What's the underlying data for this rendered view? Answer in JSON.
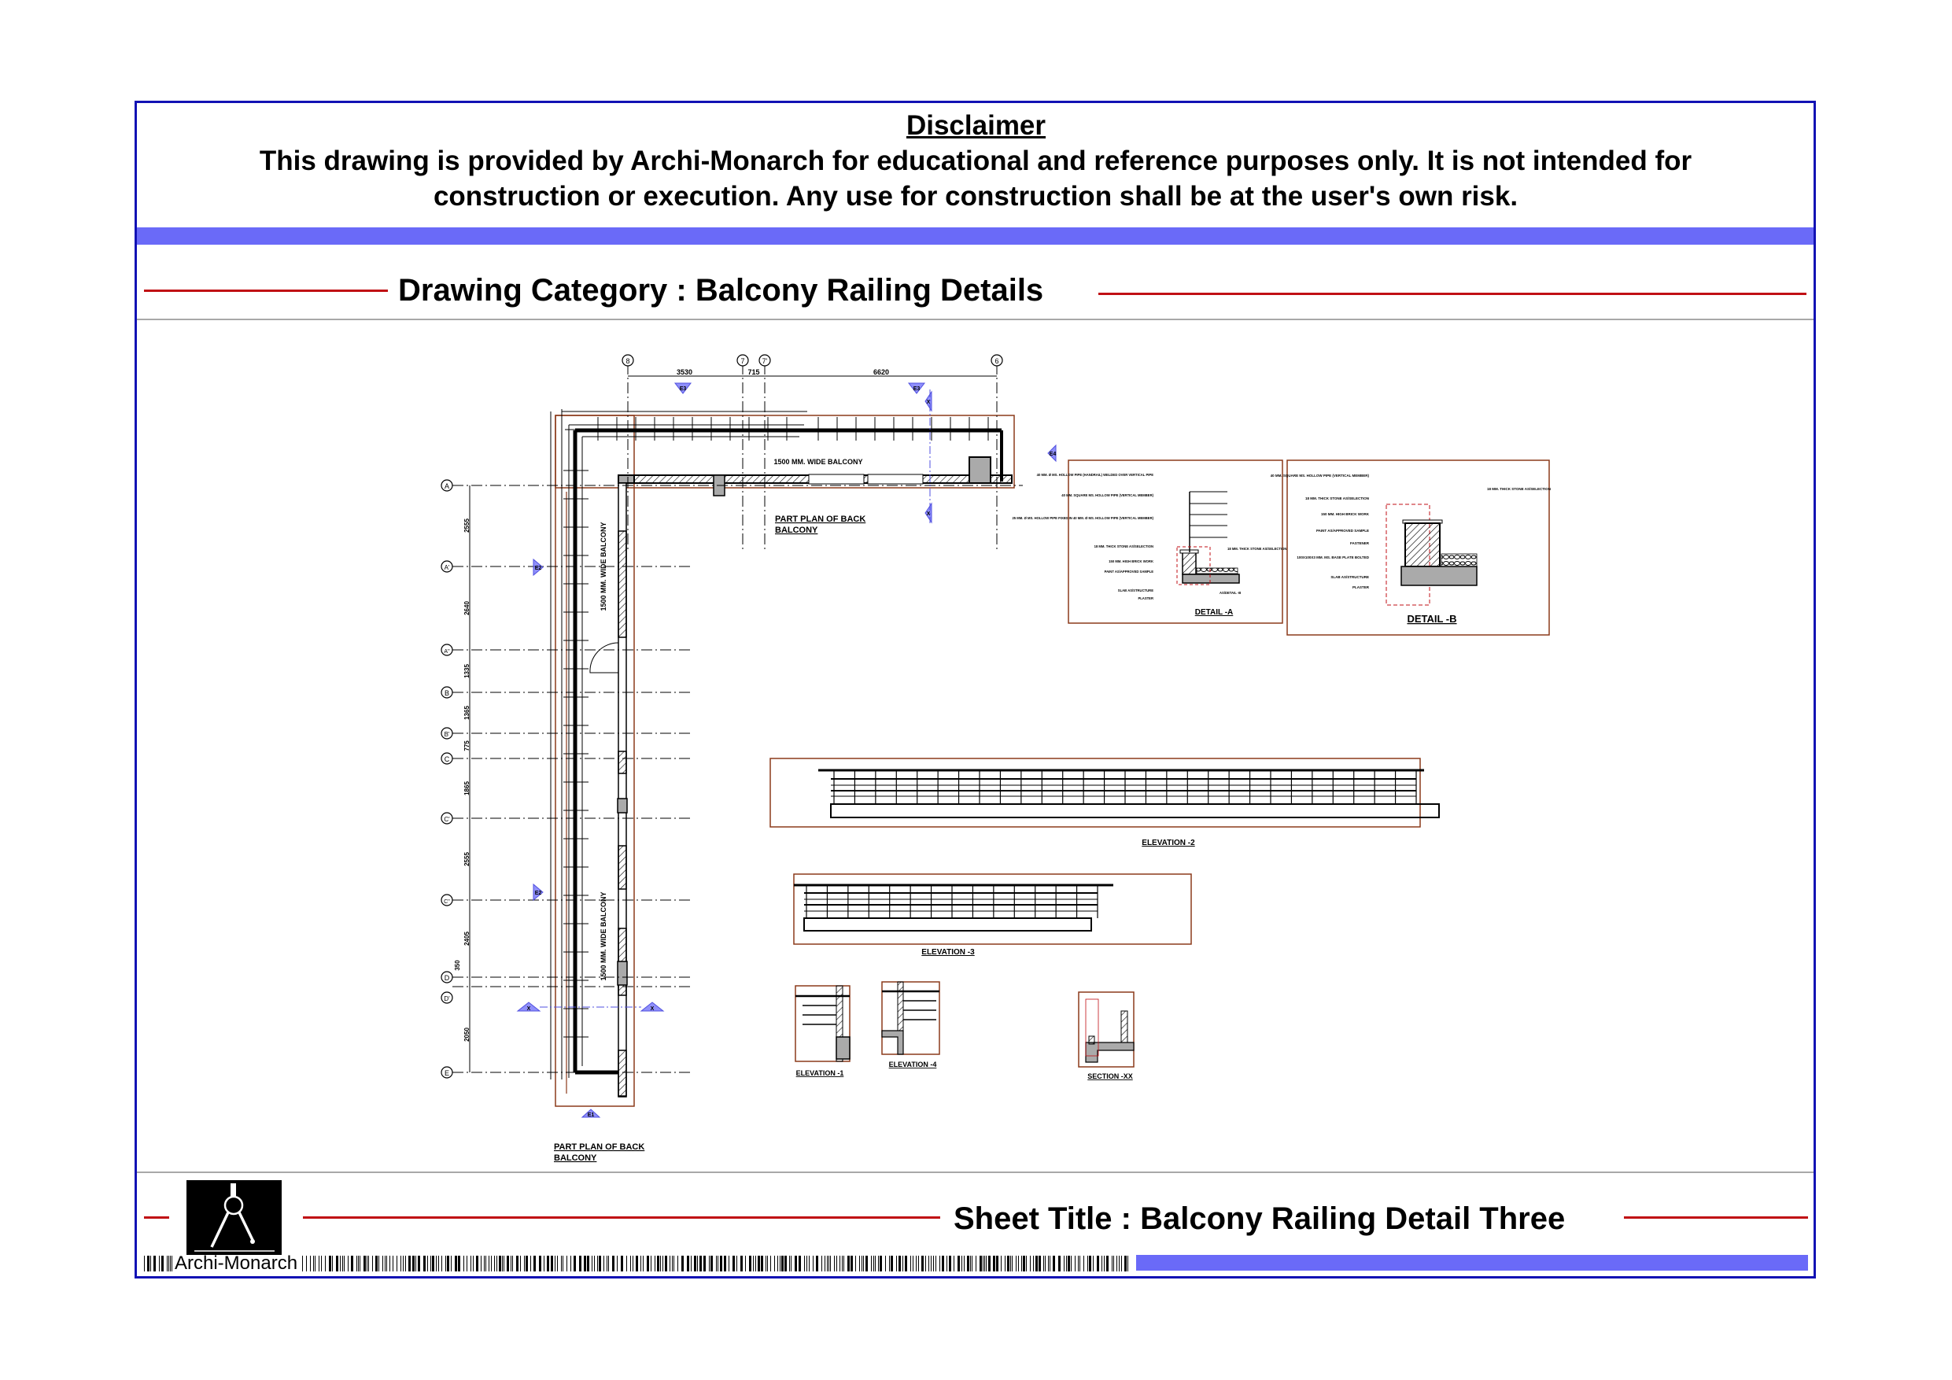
{
  "disclaimer": {
    "title": "Disclaimer",
    "line1": "This drawing is provided by Archi-Monarch for educational and reference purposes only. It is not intended for",
    "line2": "construction or execution. Any use for construction shall be at the user's own risk."
  },
  "category": {
    "label": "Drawing Category : Balcony Railing Details"
  },
  "sheet": {
    "title": "Sheet Title : Balcony Railing Detail Three"
  },
  "brand": {
    "name": "Archi-Monarch",
    "logo_icon": "drafting-compass-icon"
  },
  "colors": {
    "frame": "#1212b4",
    "band": "#6a6af8",
    "accent_red": "#c00f14",
    "drawing_outline": "#8b3a1a",
    "marker": "#6a6af8"
  },
  "plan": {
    "title_top": [
      "PART PLAN OF BACK",
      "BALCONY"
    ],
    "title_bottom": [
      "PART PLAN OF BACK",
      "BALCONY"
    ],
    "balcony_label_top": "1500 MM. WIDE BALCONY",
    "balcony_label_left_1": "1500 MM. WIDE BALCONY",
    "balcony_label_left_2": "1500 MM. WIDE BALCONY",
    "grid_top": [
      "8",
      "7",
      "7'",
      "6"
    ],
    "dims_top": [
      "3530",
      "715",
      "6620"
    ],
    "grid_left": [
      "A",
      "A'",
      "A''",
      "B",
      "B'",
      "C",
      "C'",
      "C''",
      "D",
      "D'",
      "E"
    ],
    "dims_left": [
      "2555",
      "2640",
      "1335",
      "1365",
      "775",
      "1865",
      "2555",
      "2405",
      "350",
      "2050"
    ],
    "markers": [
      "E3",
      "E3",
      "E4",
      "E2",
      "E2",
      "E1",
      "X",
      "X",
      "X",
      "X"
    ]
  },
  "details": {
    "detail_a": {
      "title": "DETAIL -A",
      "labels": [
        "40 MM. Ø MS. HOLLOW PIPE (HANDRAIL) WELDED OVER VERTICAL PIPE",
        "40 MM. SQUARE MS. HOLLOW PIPE (VERTICAL MEMBER)",
        "25 MM. Ø MS. HOLLOW PIPE FIXED IN 40 MM. Ø MS. HOLLOW PIPE (VERTICAL MEMBER)",
        "18 MM. THICK STONE AS/SELECTION",
        "150 MM. HIGH BRICK WORK",
        "PAINT AS/APPROVED SAMPLE",
        "SLAB AS/STRUCTURE",
        "PLASTER",
        "18 MM. THICK STONE AS/SELECTION",
        "AS/DETAIL -B"
      ]
    },
    "detail_b": {
      "title": "DETAIL -B",
      "labels": [
        "40 MM. SQUARE MS. HOLLOW PIPE (VERTICAL MEMBER)",
        "18 MM. THICK STONE AS/SELECTION",
        "150 MM. HIGH BRICK WORK",
        "PAINT AS/APPROVED SAMPLE",
        "FASTENER",
        "100X100X3 MM. MS. BASE PLATE BOLTED",
        "SLAB AS/STRUCTURE",
        "PLASTER",
        "18 MM. THICK STONE AS/SELECTION"
      ]
    },
    "elevations": [
      {
        "title": "ELEVATION -2"
      },
      {
        "title": "ELEVATION -3"
      },
      {
        "title": "ELEVATION -1"
      },
      {
        "title": "ELEVATION -4"
      },
      {
        "title": "SECTION -XX"
      }
    ]
  }
}
